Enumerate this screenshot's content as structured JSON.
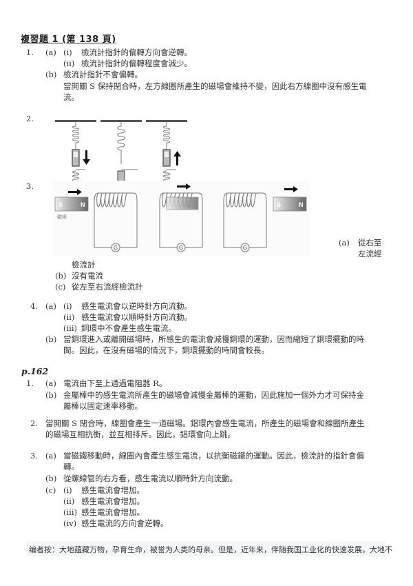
{
  "title": "複習題 1 (第 138 頁)",
  "section1": {
    "q1": {
      "num": "1.",
      "a_label": "(a)",
      "a_i_label": "(i)",
      "a_i": "檢流計指針的偏轉方向會逆轉。",
      "a_ii_label": "(ii)",
      "a_ii": "檢流計指針的偏轉程度會減少。",
      "b_label": "(b)",
      "b_line1": "檢流計指針不會偏轉。",
      "b_line2": "當開關 S 保持閉合時，左方線圈所產生的磁場會維持不變，因此右方線圈中沒有感生電",
      "b_line3": "流。"
    },
    "q2": {
      "num": "2."
    },
    "q3": {
      "num": "3.",
      "magnet_label": "磁棒",
      "magnet_s": "S",
      "magnet_n": "N",
      "galvanometer": "G",
      "a_label": "(a)",
      "a_text_1": "從右至",
      "a_text_2": "左流經",
      "a_text_3": "檢流計",
      "b_label": "(b)",
      "b_text": "沒有電流",
      "c_label": "(c)",
      "c_text": "從左至右流經檢流計"
    },
    "q4": {
      "num": "4.",
      "a_label": "(a)",
      "a_i_label": "(i)",
      "a_i": "感生電流會以逆時針方向流動。",
      "a_ii_label": "(ii)",
      "a_ii": "感生電流會以順時針方向流動。",
      "a_iii_label": "(iii)",
      "a_iii": "銅環中不會產生感生電流。",
      "b_label": "(b)",
      "b_line1": "當銅環進入或離開磁場時，所感生的電流會減慢銅環的運動，因而縮短了銅環擺動的時",
      "b_line2": "間。因此，在沒有磁場的情況下，銅環擺動的時間會較長。"
    }
  },
  "section2": {
    "page_ref": "p.162",
    "q1": {
      "num": "1.",
      "a_label": "(a)",
      "a_text": "電流由下至上通過電阻器 R。",
      "b_label": "(b)",
      "b_line1": "金屬棒中的感生電流所產生的磁場會減慢金屬棒的運動，因此施加一個外力才可保持金",
      "b_line2": "屬棒以固定速率移動。"
    },
    "q2": {
      "num": "2.",
      "line1": "當開關 S 閉合時，線圈會產生一道磁場。鋁環內會感生電流，所產生的磁場會和線圈所產生",
      "line2": "的磁場互相抗衡，並互相排斥。因此，鋁環會向上跳。"
    },
    "q3": {
      "num": "3.",
      "a_label": "(a)",
      "a_line1": "當磁鐵移動時，線圈內會產生感生電流，以抗衡磁鐵的運動。因此，檢流計的指針會偏",
      "a_line2": "轉。",
      "b_label": "(b)",
      "b_text": "從螺線管的右方看，感生電流以順時針方向流動。",
      "c_label": "(c)",
      "c_i_label": "(i)",
      "c_i": "感生電流會增加。",
      "c_ii_label": "(ii)",
      "c_ii": "感生電流會增加。",
      "c_iii_label": "(iii)",
      "c_iii": "感生電流會增加。",
      "c_iv_label": "(iv)",
      "c_iv": "感生電流的方向會逆轉。"
    }
  },
  "footer": {
    "text": "编者按：大地蕴藏万物，孕育生命，被誉为人类的母亲。但是，近年来，伴随我国工业化的快速发展，大地不"
  }
}
